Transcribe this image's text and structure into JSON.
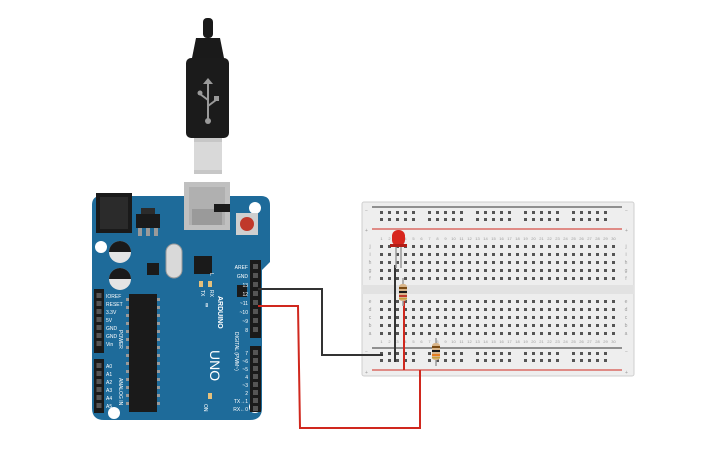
{
  "board": {
    "brand": "ARDUINO",
    "model": "UNO",
    "digital_header": "DIGITAL (PWM~)",
    "power_header": "POWER",
    "analog_header": "ANALOG IN",
    "on_label": "ON",
    "l_label": "L",
    "tx_label": "TX",
    "rx_label": "RX",
    "top_pins": [
      "AREF",
      "GND",
      "13",
      "12",
      "~11",
      "~10",
      "~9",
      "8"
    ],
    "bottom_pins": [
      "7",
      "~6",
      "~5",
      "4",
      "~3",
      "2",
      "TX→1",
      "RX←0"
    ],
    "power_pins": [
      "IOREF",
      "RESET",
      "3.3V",
      "5V",
      "GND",
      "GND",
      "Vin"
    ],
    "analog_pins": [
      "A0",
      "A1",
      "A2",
      "A3",
      "A4",
      "A5"
    ]
  },
  "breadboard": {
    "columns": [
      "1",
      "2",
      "3",
      "4",
      "5",
      "6",
      "7",
      "8",
      "9",
      "10",
      "11",
      "12",
      "13",
      "14",
      "15",
      "16",
      "17",
      "18",
      "19",
      "20",
      "21",
      "22",
      "23",
      "24",
      "25",
      "26",
      "27",
      "28",
      "29",
      "30"
    ],
    "rows_top": [
      "j",
      "i",
      "h",
      "g",
      "f"
    ],
    "rows_bottom": [
      "e",
      "d",
      "c",
      "b",
      "a"
    ],
    "rail_minus": "−",
    "rail_plus": "+"
  },
  "colors": {
    "board_blue": "#1e6b9a",
    "board_dark": "#164f73",
    "wire_black": "#333333",
    "wire_red": "#d0281e",
    "led_red": "#d7261e",
    "breadboard": "#eeeeee"
  }
}
